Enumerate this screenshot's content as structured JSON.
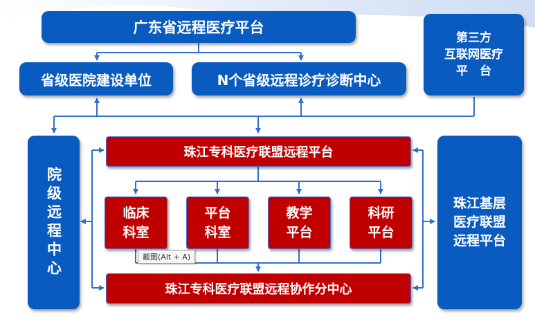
{
  "diagram": {
    "gd_platform": "广东省远程医疗平台",
    "third_party": "第三方\n互联网医疗\n平　台",
    "provincial_units": "省级医院建设单位",
    "n_centers": "N个省级远程诊疗诊断中心",
    "hospital_center": "院级远程中心",
    "alliance_platform": "珠江专科医疗联盟远程平台",
    "clinical": "临床\n科室",
    "platform_dept": "平台\n科室",
    "teaching": "教学\n平台",
    "research": "科研\n平台",
    "grassroots": "珠江基层\n医疗联盟\n远程平台",
    "collab_center": "珠江专科医疗联盟远程协作分中心"
  },
  "tooltip": "截图(Alt + A)",
  "colors": {
    "blue": "#0a5bbf",
    "red": "#c00000",
    "line": "#2e6fcf"
  }
}
